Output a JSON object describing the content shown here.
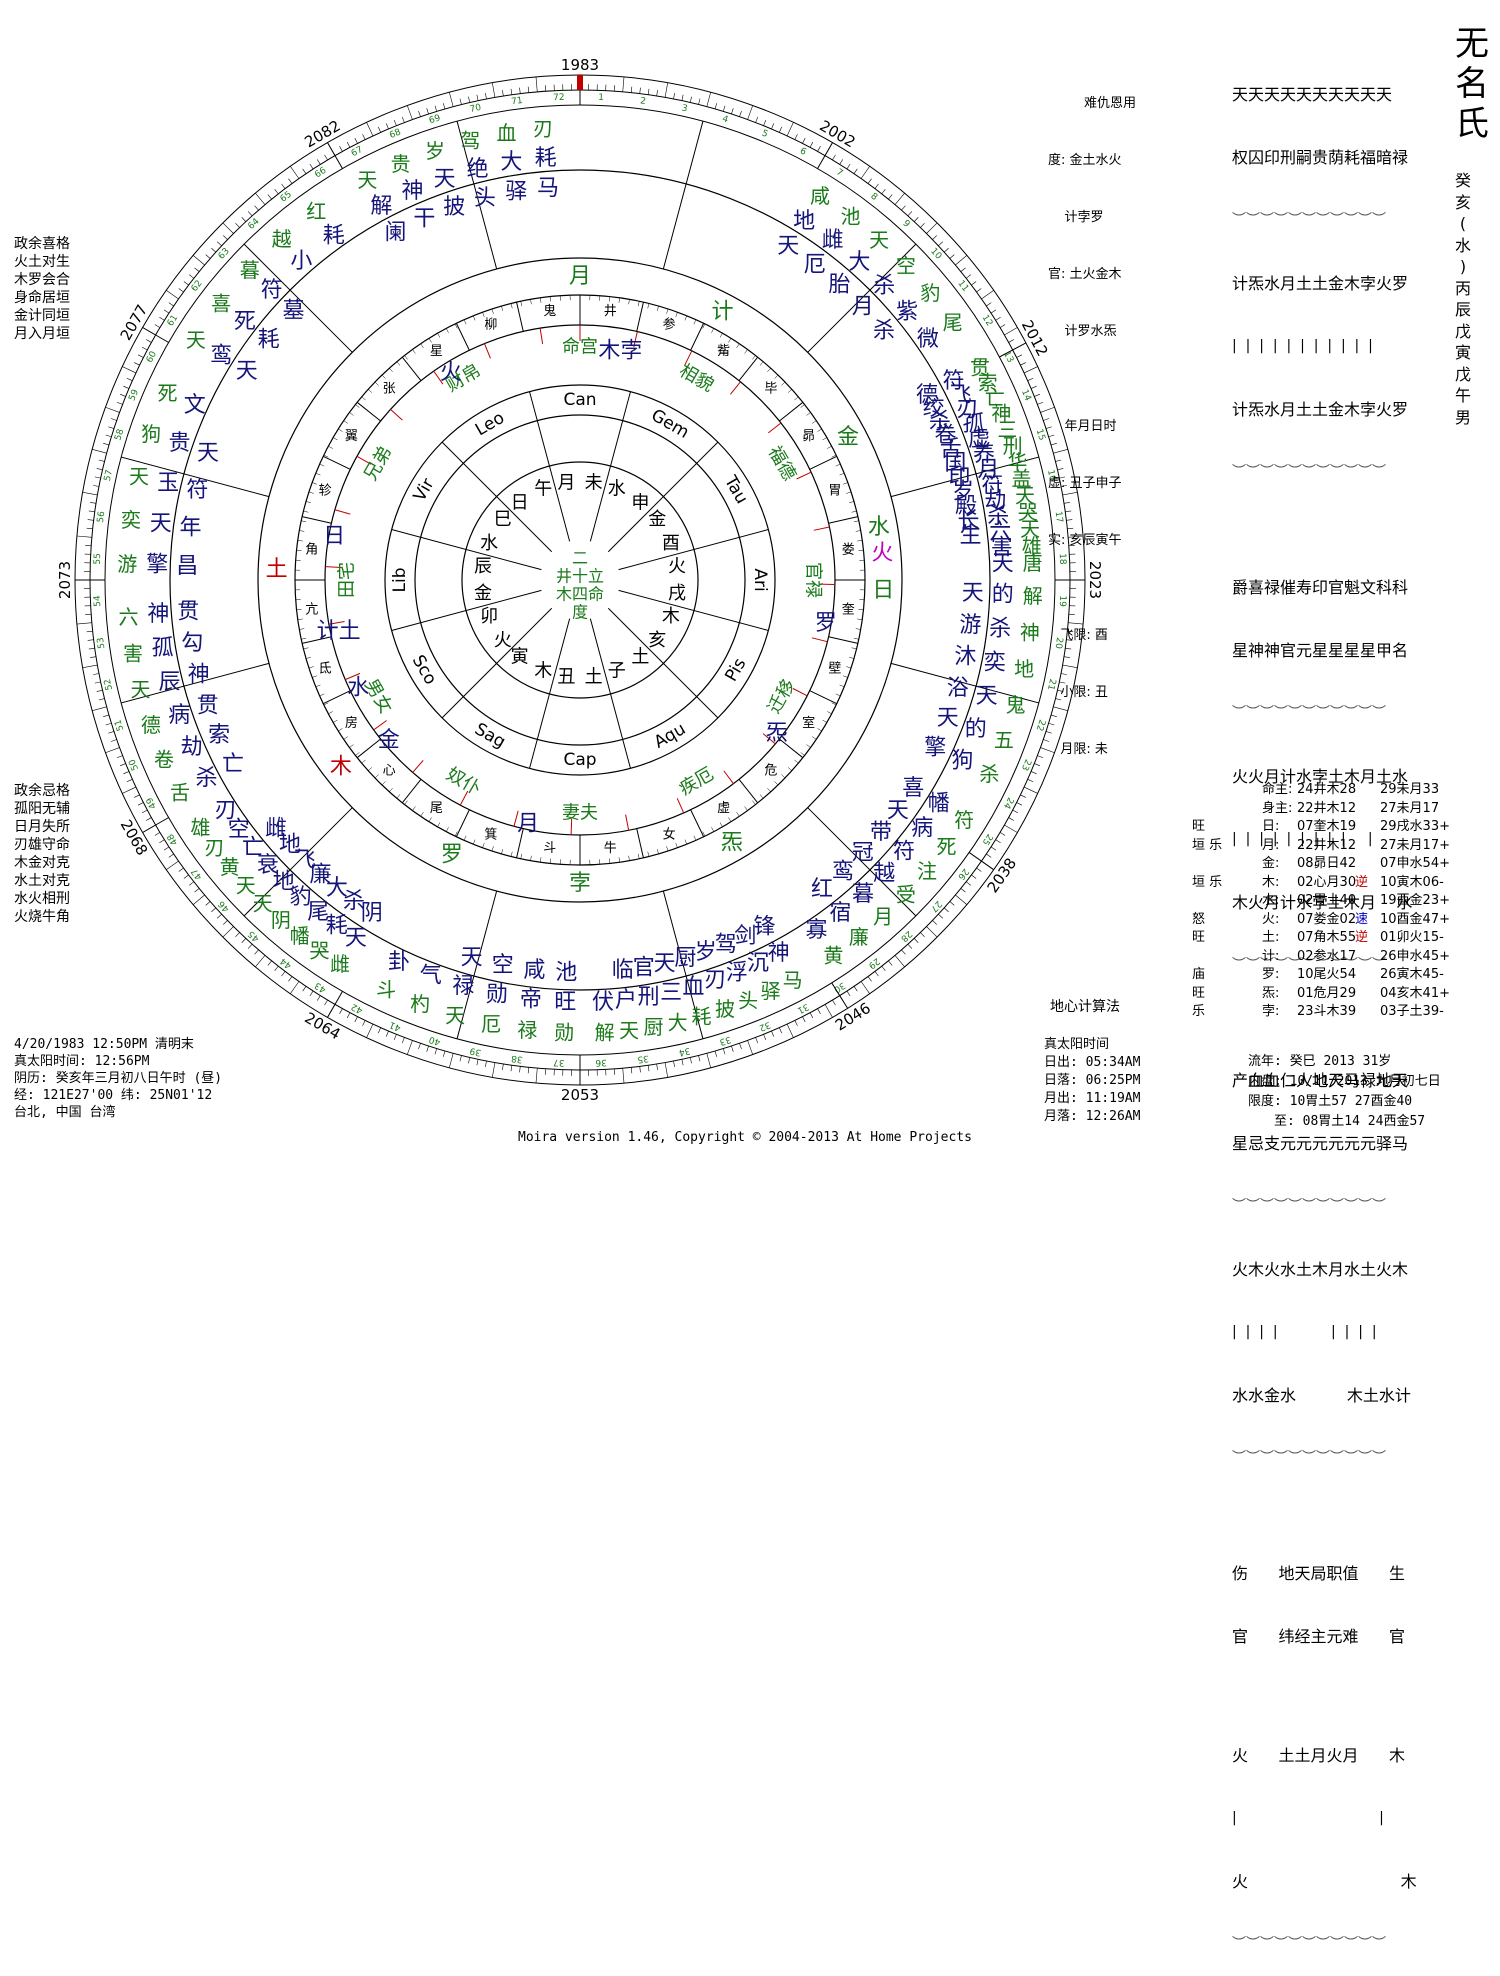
{
  "app": {
    "footer": "Moira version 1.46, Copyright © 2004-2013 At Home Projects"
  },
  "left_top_list": [
    "政余喜格",
    "火土对生",
    "木罗会合",
    "身命居垣",
    "金计同垣",
    "月入月垣"
  ],
  "left_bottom_list": [
    "政余忌格",
    "孤阳无辅",
    "日月失所",
    "刃雄守命",
    "木金对克",
    "水土对克",
    "水火相刑",
    "火烧牛角"
  ],
  "birth_info": {
    "line1": "4/20/1983 12:50PM 清明末",
    "line2": "真太阳时间: 12:56PM",
    "line3": "阴历: 癸亥年三月初八日午时 (昼)",
    "line4": "经: 121E27'00  纬: 25N01'12",
    "line5": "台北, 中国 台湾"
  },
  "top_right_info": [
    "难仇恩用",
    "度: 金土水火",
    "    计孛罗",
    "官: 土火金木",
    "    计罗水炁",
    "",
    "    年月日时",
    "虚: 丑子申子",
    "实: 亥辰寅午",
    "",
    "   飞限: 酉",
    "   小限: 丑",
    "   月限: 未"
  ],
  "method": "地心计算法",
  "sun_moon": {
    "title": "真太阳时间",
    "rows": [
      "日出: 05:34AM",
      "日落: 06:25PM",
      "月出: 11:19AM",
      "月落: 12:26AM"
    ]
  },
  "name_title": [
    "无",
    "名",
    "氏"
  ],
  "side_column": [
    "癸",
    "亥",
    "(",
    "水",
    ")",
    "",
    "丙",
    "辰",
    "",
    "戊",
    "寅",
    "",
    "戊",
    "午",
    "",
    "男"
  ],
  "star_grid": {
    "rowA": "天天天天天天天天天天",
    "rowB": "权囚印刑嗣贵荫耗福暗禄",
    "rowC": "计炁水月土土金木孛火罗",
    "rowD": "|  |  |  |  |  |  |  |  |  |  |",
    "rowE": "计炁水月土土金木孛火罗",
    "rowF": "爵喜禄催寿印官魁文科科",
    "rowG": "星神神官元星星星星甲名",
    "rowH": "火火月计水孛土木月土水",
    "rowI": "|  |  |  |  |  |  |  |  |     |",
    "rowJ": "木火月计水孛土木月    水",
    "rowK": "产血血仁人地天马禄地天",
    "rowL": "星忌支元元元元元元驿马",
    "rowM": "火木火水土木月水土火木",
    "rowN": "|  |  |  |            |  |  |  |",
    "rowO": "水水金水          木土水计",
    "rowP": "伤      地天局职值      生",
    "rowQ": "官      纬经主元难      官",
    "rowR": "火      土土月火月      木",
    "rowS": "|                                |",
    "rowT": "火                              木",
    "wave": "︶︶︶︶︶︶︶︶︶︶︶"
  },
  "planets": [
    {
      "status": "",
      "star": "命主:",
      "pos1": "24井木28",
      "pos2": "29未月33"
    },
    {
      "status": "",
      "star": "身主:",
      "pos1": "22井木12",
      "pos2": "27未月17"
    },
    {
      "status": "旺",
      "star": "日:",
      "pos1": "07奎木19",
      "pos2": "29戌水33+"
    },
    {
      "status": "垣    乐",
      "star": "月:",
      "pos1": "22井木12",
      "pos2": "27未月17+"
    },
    {
      "status": "",
      "star": "金:",
      "pos1": "08昴日42",
      "pos2": "07申水54+"
    },
    {
      "status": "垣    乐",
      "star": "木:",
      "pos1": "02心月30",
      "flag": "逆",
      "pos2": "10寅木06-"
    },
    {
      "status": "",
      "star": "水:",
      "pos1": "02胃土40",
      "pos2": "19酉金23+"
    },
    {
      "status": "怒",
      "star": "火:",
      "pos1": "07娄金02",
      "flag": "速",
      "pos2": "10酉金47+"
    },
    {
      "status": "旺",
      "star": "土:",
      "pos1": "07角木55",
      "flag": "逆",
      "pos2": "01卯火15-"
    },
    {
      "status": "",
      "star": "计:",
      "pos1": "02参水17",
      "pos2": "26申水45+"
    },
    {
      "status": "庙",
      "star": "罗:",
      "pos1": "10尾火54",
      "pos2": "26寅木45-"
    },
    {
      "status": "旺",
      "star": "炁:",
      "pos1": "01危月29",
      "pos2": "04亥木41+"
    },
    {
      "status": "乐",
      "star": "孛:",
      "pos1": "23斗木39",
      "pos2": "03子土39-"
    }
  ],
  "current": {
    "liunian": "流年: 癸巳 2013  31岁",
    "neipan": "内盘: 10/11/2013  九月初七日",
    "xiandu": "限度: 10胃土57    27酉金40",
    "zhi": "至: 08胃土14    24西金57"
  },
  "wheel": {
    "years": [
      {
        "label": "1983",
        "angle": 0
      },
      {
        "label": "2002",
        "angle": 30
      },
      {
        "label": "2012",
        "angle": 62
      },
      {
        "label": "2023",
        "angle": 90
      },
      {
        "label": "2038",
        "angle": 125
      },
      {
        "label": "2046",
        "angle": 148
      },
      {
        "label": "2053",
        "angle": 180
      },
      {
        "label": "2064",
        "angle": 210
      },
      {
        "label": "2068",
        "angle": 240
      },
      {
        "label": "2073",
        "angle": 270
      },
      {
        "label": "2077",
        "angle": 300
      },
      {
        "label": "2082",
        "angle": 330
      }
    ],
    "mansions": [
      "井",
      "参",
      "觜",
      "毕",
      "昴",
      "胃",
      "娄",
      "奎",
      "壁",
      "室",
      "危",
      "虚",
      "女",
      "牛",
      "斗",
      "箕",
      "尾",
      "心",
      "房",
      "氐",
      "亢",
      "角",
      "轸",
      "翼",
      "张",
      "星",
      "柳",
      "鬼"
    ],
    "palaces": [
      "命宫",
      "相貌",
      "福德",
      "官禄",
      "迁移",
      "疾厄",
      "妻夫",
      "奴仆",
      "男女",
      "田宅",
      "兄弟",
      "财帛"
    ],
    "signs": [
      "Can",
      "Gem",
      "Tau",
      "Ari",
      "Pis",
      "Aqu",
      "Cap",
      "Sag",
      "Sco",
      "Lib",
      "Vir",
      "Leo"
    ],
    "branches": [
      "未",
      "申",
      "酉",
      "戌",
      "亥",
      "子",
      "丑",
      "寅",
      "卯",
      "辰",
      "巳",
      "午"
    ],
    "branch_elements": [
      "月",
      "水",
      "金",
      "火",
      "木",
      "土",
      "土",
      "木",
      "火",
      "金",
      "水",
      "日"
    ],
    "center": [
      "二",
      "井十立",
      "木四命",
      "度"
    ],
    "planet_ring": [
      {
        "t": "月",
        "a": 0,
        "c": "green"
      },
      {
        "t": "计",
        "a": 28,
        "c": "green"
      },
      {
        "t": "金",
        "a": 62,
        "c": "green"
      },
      {
        "t": "水",
        "a": 80,
        "c": "green"
      },
      {
        "t": "火",
        "a": 85,
        "c": "magenta"
      },
      {
        "t": "日",
        "a": 92,
        "c": "green"
      },
      {
        "t": "孛",
        "a": 180,
        "c": "green"
      },
      {
        "t": "炁",
        "a": 150,
        "c": "green"
      },
      {
        "t": "罗",
        "a": 205,
        "c": "green"
      },
      {
        "t": "木",
        "a": 232,
        "c": "red"
      },
      {
        "t": "土",
        "a": 272,
        "c": "red"
      }
    ],
    "inner_planets": [
      {
        "t": "木孛",
        "a": 10,
        "r": 0.5
      },
      {
        "t": "火",
        "a": 328,
        "r": 0.54
      },
      {
        "t": "罗",
        "a": 100,
        "r": 0.56
      },
      {
        "t": "炁",
        "a": 128,
        "r": 0.56
      },
      {
        "t": "月",
        "a": 192,
        "r": 0.56
      },
      {
        "t": "日",
        "a": 280,
        "r": 0.56
      },
      {
        "t": "计土",
        "a": 258,
        "r": 0.55
      },
      {
        "t": "水",
        "a": 244,
        "r": 0.55
      },
      {
        "t": "金",
        "a": 230,
        "r": 0.56
      }
    ],
    "outer_palace_stars": [
      {
        "a": 15,
        "t": "天 胎\n厄\n微 紫\n杀 月"
      },
      {
        "a": 345,
        "t": "华 天 天 唐 飞 孤"
      }
    ],
    "numbers_ring": "1 2 3 4 5 6 7 8 9 10 11 12 13 14 15 16 17 18 19 20 21 22 23 24 25 26 27 28 29 30 31 32 33 34 35 36 37 38 39 40"
  },
  "wheel_stars": {
    "s0": [
      "咸",
      "池",
      "天",
      "空",
      "豹",
      "尾",
      "地",
      "雌",
      "大",
      "杀",
      "紫",
      "微",
      "天",
      "厄",
      "胎",
      "月",
      "杀"
    ],
    "s1": [
      "贯",
      "索",
      "亡",
      "神",
      "三",
      "刑",
      "华",
      "盖",
      "天",
      "哭",
      "天",
      "雄",
      "唐",
      "符",
      "飞",
      "刃",
      "孤",
      "虚",
      "养",
      "月",
      "符",
      "劫",
      "杀",
      "六",
      "害",
      "天",
      "德",
      "绞",
      "杀",
      "卷",
      "舌",
      "国",
      "印",
      "岁",
      "殿",
      "长",
      "生"
    ],
    "s2": [
      "解",
      "神",
      "地",
      "鬼",
      "五",
      "杀",
      "的",
      "杀",
      "奕",
      "天",
      "的",
      "狗",
      "天",
      "游",
      "沐",
      "浴",
      "天",
      "擎"
    ],
    "s3": [
      "符",
      "死",
      "注",
      "受",
      "月",
      "廉",
      "黄",
      "幡",
      "病",
      "符",
      "越",
      "暮",
      "宿",
      "寡",
      "喜",
      "天",
      "带",
      "冠",
      "鸾",
      "红"
    ],
    "s4": [
      "马",
      "驿",
      "头",
      "披",
      "耗",
      "大",
      "厨",
      "天",
      "解",
      "神",
      "沉",
      "浮",
      "刃",
      "血",
      "三",
      "刑",
      "户",
      "伏",
      "锋",
      "剑",
      "驾",
      "岁",
      "厨",
      "天",
      "官",
      "临"
    ],
    "s5": [
      "勋",
      "禄",
      "厄",
      "天",
      "杓",
      "斗",
      "旺",
      "帝",
      "勋",
      "禄",
      "气",
      "卦",
      "池",
      "咸",
      "空",
      "天"
    ],
    "s6": [
      "雌",
      "哭",
      "幡",
      "阴",
      "天",
      "天",
      "黄",
      "刃",
      "雄",
      "天",
      "耗",
      "尾",
      "豹",
      "地",
      "衰",
      "亡",
      "空",
      "刃",
      "阴",
      "杀",
      "大",
      "廉",
      "飞",
      "地",
      "雌"
    ],
    "s7": [
      "舌",
      "卷",
      "德",
      "天",
      "害",
      "六",
      "杀",
      "劫",
      "病",
      "辰",
      "孤",
      "神",
      "亡",
      "索",
      "贯",
      "神",
      "勾",
      "贯"
    ],
    "s8": [
      "游",
      "奕",
      "天",
      "狗",
      "死",
      "擎",
      "天",
      "玉",
      "贵",
      "文",
      "昌",
      "年",
      "符",
      "天"
    ],
    "s9": [
      "天",
      "喜",
      "暮",
      "越",
      "红",
      "鸾",
      "死",
      "符",
      "小",
      "耗",
      "天",
      "耗",
      "墓"
    ],
    "s10": [
      "天",
      "贵",
      "岁",
      "驾",
      "血",
      "刃",
      "解",
      "神",
      "天",
      "绝",
      "大",
      "耗",
      "阑",
      "干",
      "披",
      "头",
      "驿",
      "马"
    ]
  }
}
